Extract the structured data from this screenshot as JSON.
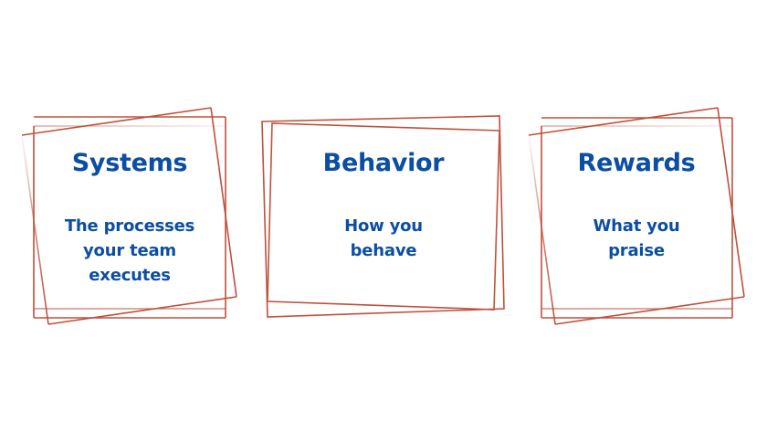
{
  "colors": {
    "text": "#0b4ea2",
    "frame_stroke": "#c0503c",
    "background": "#ffffff"
  },
  "cards": [
    {
      "title": "Systems",
      "description_lines": [
        "The processes",
        "your team",
        "executes"
      ]
    },
    {
      "title": "Behavior",
      "description_lines": [
        "How you",
        "behave"
      ]
    },
    {
      "title": "Rewards",
      "description_lines": [
        "What you",
        "praise"
      ]
    }
  ]
}
